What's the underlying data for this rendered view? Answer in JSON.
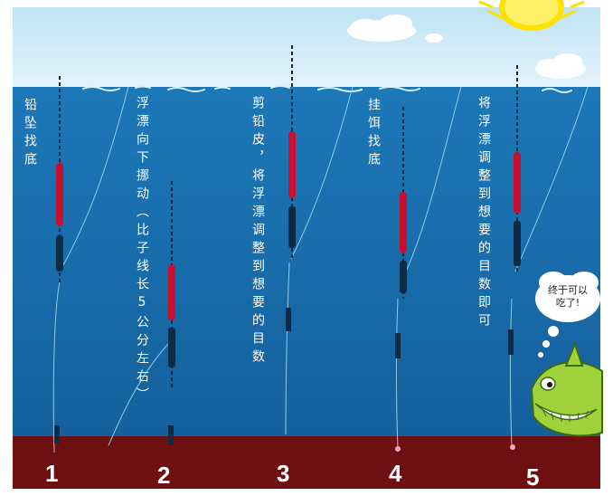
{
  "colors": {
    "sky_top": "#bfe3f4",
    "sky_bottom": "#dff1fa",
    "water_top": "#1b73b3",
    "water_bottom": "#15639f",
    "bed": "#6e0f12",
    "float_red": "#c8102e",
    "line": "#8ecde6",
    "sun": "#ffe100"
  },
  "steps": [
    {
      "number": "1",
      "instruction": "铅坠找底"
    },
    {
      "number": "2",
      "instruction": "浮漂向下挪动（比子线长5公分左右）"
    },
    {
      "number": "3",
      "instruction": "剪铅皮，将浮漂调整到想要的目数"
    },
    {
      "number": "4",
      "instruction": "挂饵找底"
    },
    {
      "number": "5",
      "instruction": "将浮漂调整到想要的目数即可"
    }
  ],
  "fish_speech": "终于可以吃了!"
}
